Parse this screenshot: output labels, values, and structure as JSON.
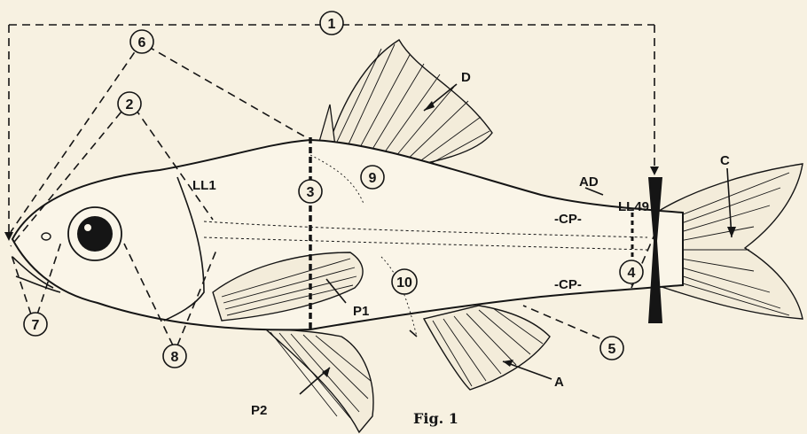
{
  "figure": {
    "caption": "Fig. 1",
    "callouts": [
      "1",
      "2",
      "3",
      "4",
      "5",
      "6",
      "7",
      "8",
      "9",
      "10"
    ],
    "fin_labels": {
      "dorsal": "D",
      "caudal": "C",
      "anal": "A",
      "pectoral": "P1",
      "pelvic": "P2"
    },
    "region_labels": {
      "lateral_line_first": "LL1",
      "lateral_line_last": "LL49",
      "adipose": "AD",
      "caudal_peduncle_upper": "-CP-",
      "caudal_peduncle_lower": "-CP-"
    }
  }
}
